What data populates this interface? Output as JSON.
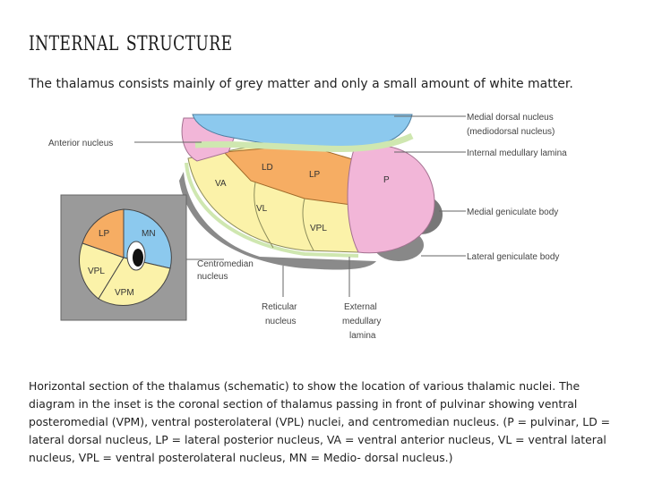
{
  "title": "internal structure",
  "subtitle": "The thalamus consists mainly of grey matter and only a small amount of white matter.",
  "diagram": {
    "labels": {
      "medial_dorsal": "Medial dorsal nucleus",
      "mediodorsal": "(mediodorsal nucleus)",
      "anterior": "Anterior nucleus",
      "internal_medullary": "Internal medullary lamina",
      "medial_geniculate": "Medial geniculate body",
      "lateral_geniculate": "Lateral geniculate body",
      "centromedian_1": "Centromedian",
      "centromedian_2": "nucleus",
      "reticular_1": "Reticular",
      "reticular_2": "nucleus",
      "external_1": "External",
      "external_2": "medullary",
      "external_3": "lamina"
    },
    "nuclei": {
      "ld": "LD",
      "lp": "LP",
      "p": "P",
      "va": "VA",
      "vl": "VL",
      "vpl": "VPL"
    },
    "inset": {
      "lp": "LP",
      "mn": "MN",
      "vpl": "VPL",
      "vpm": "VPM"
    },
    "colors": {
      "blue": "#8cc9ee",
      "pink": "#f2b6d8",
      "orange": "#f6ad63",
      "yellow": "#fbf2a9",
      "green": "#cfe7b0",
      "gray": "#9a9a9a"
    }
  },
  "caption": "Horizontal section of the thalamus (schematic) to show the location of various thalamic nuclei. The diagram in the inset is the coronal section of thalamus passing in front of pulvinar showing ventral posteromedial (VPM), ventral posterolateral (VPL) nuclei, and centromedian nucleus. (P = pulvinar, LD = lateral dorsal nucleus, LP = lateral posterior nucleus, VA = ventral anterior nucleus, VL = ventral lateral nucleus, VPL = ventral posterolateral nucleus, MN = Medio- dorsal nucleus.)"
}
